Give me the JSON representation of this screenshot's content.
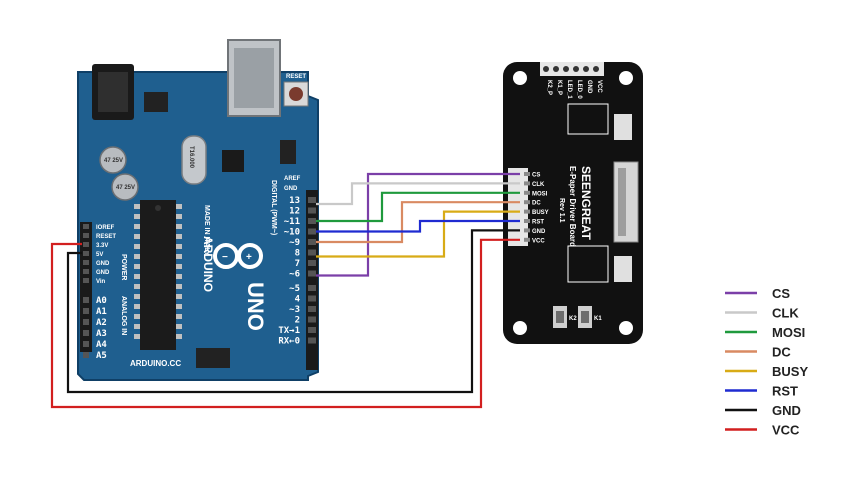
{
  "arduino": {
    "brand": "ARDUINO",
    "model": "UNO",
    "made_in": "MADE IN ITALY",
    "website": "ARDUINO.CC",
    "header_label": "DIGITAL (PWM~)",
    "power_label": "POWER",
    "analog_label": "ANALOG IN",
    "aref": "AREF",
    "gnd": "GND",
    "reset_btn": "RESET",
    "digital_pins": [
      "13",
      "12",
      "~11",
      "~10",
      "~9",
      "8",
      "7",
      "~6",
      "~5",
      "4",
      "~3",
      "2",
      "TX→1",
      "RX←0"
    ],
    "power_pins": [
      "IOREF",
      "RESET",
      "3.3V",
      "5V",
      "GND",
      "GND",
      "Vin"
    ],
    "analog_pins": [
      "A0",
      "A1",
      "A2",
      "A3",
      "A4",
      "A5"
    ],
    "cap_label": "47 25V",
    "crystal": "T16.000"
  },
  "driver_board": {
    "brand": "SEENGREAT",
    "name": "E-Paper Driver Board",
    "rev": "Rev 1.1",
    "connector_pins": [
      "CS",
      "CLK",
      "MOSI",
      "DC",
      "BUSY",
      "RST",
      "GND",
      "VCC"
    ],
    "top_header": [
      "VCC",
      "GND",
      "LED_0",
      "LED_1",
      "K1_P",
      "K2_P"
    ],
    "k1": "K1",
    "k2": "K2"
  },
  "legend": [
    {
      "label": "CS",
      "color": "#7b3fa8"
    },
    {
      "label": "CLK",
      "color": "#c9c9c9"
    },
    {
      "label": "MOSI",
      "color": "#1f9a3d"
    },
    {
      "label": "DC",
      "color": "#d98a62"
    },
    {
      "label": "BUSY",
      "color": "#d8ab16"
    },
    {
      "label": "RST",
      "color": "#1f2bd1"
    },
    {
      "label": "GND",
      "color": "#111111"
    },
    {
      "label": "VCC",
      "color": "#d21f1f"
    }
  ]
}
